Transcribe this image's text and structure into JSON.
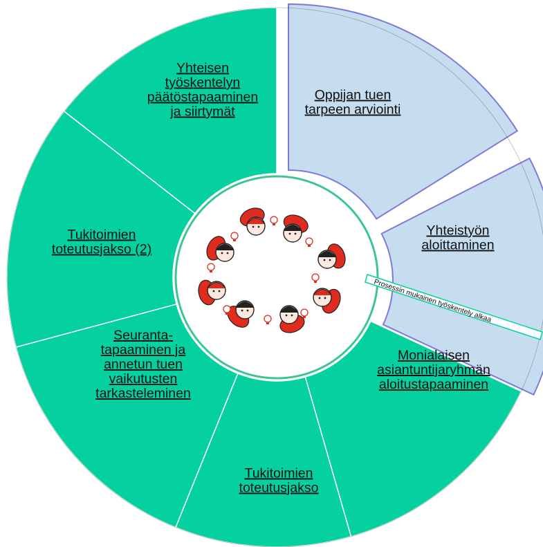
{
  "colors": {
    "green": "#05d0a0",
    "green_edge": "#ffffff",
    "blue": "#c6ddf0",
    "blue_edge": "#7f7ad6",
    "outline": "#333333",
    "hub_border": "#3cc593",
    "figure_red": "#e02c1f"
  },
  "segments": [
    {
      "id": "oppijan",
      "label": [
        "Oppijan tuen",
        "tarpeen arviointi"
      ],
      "phase": "before"
    },
    {
      "id": "yhteistyon",
      "label": [
        "Yhteistyön",
        "aloittaminen"
      ],
      "phase": "before"
    },
    {
      "id": "monialaisen",
      "label": [
        "Monialaisen",
        "asiantuntijaryhmän",
        "aloitustapaaminen"
      ],
      "phase": "process"
    },
    {
      "id": "tukitoimien1",
      "label": [
        "Tukitoimien",
        "toteutusjakso"
      ],
      "phase": "process"
    },
    {
      "id": "seuranta",
      "label": [
        "Seuranta-",
        "tapaaminen ja",
        "annetun tuen",
        "vaikutusten",
        "tarkasteleminen"
      ],
      "phase": "process"
    },
    {
      "id": "tukitoimien2",
      "label": [
        "Tukitoimien",
        "toteutusjakso (2)"
      ],
      "phase": "process"
    },
    {
      "id": "yhteisen",
      "label": [
        "Yhteisen",
        "työskentelyn",
        "päätöstapaaminen",
        "ja siirtymät"
      ],
      "phase": "process"
    }
  ],
  "banner": {
    "text": "Prosessin mukainen työskentely alkaa"
  },
  "hub": {
    "icon": "group-of-people-with-ideas-icon"
  }
}
